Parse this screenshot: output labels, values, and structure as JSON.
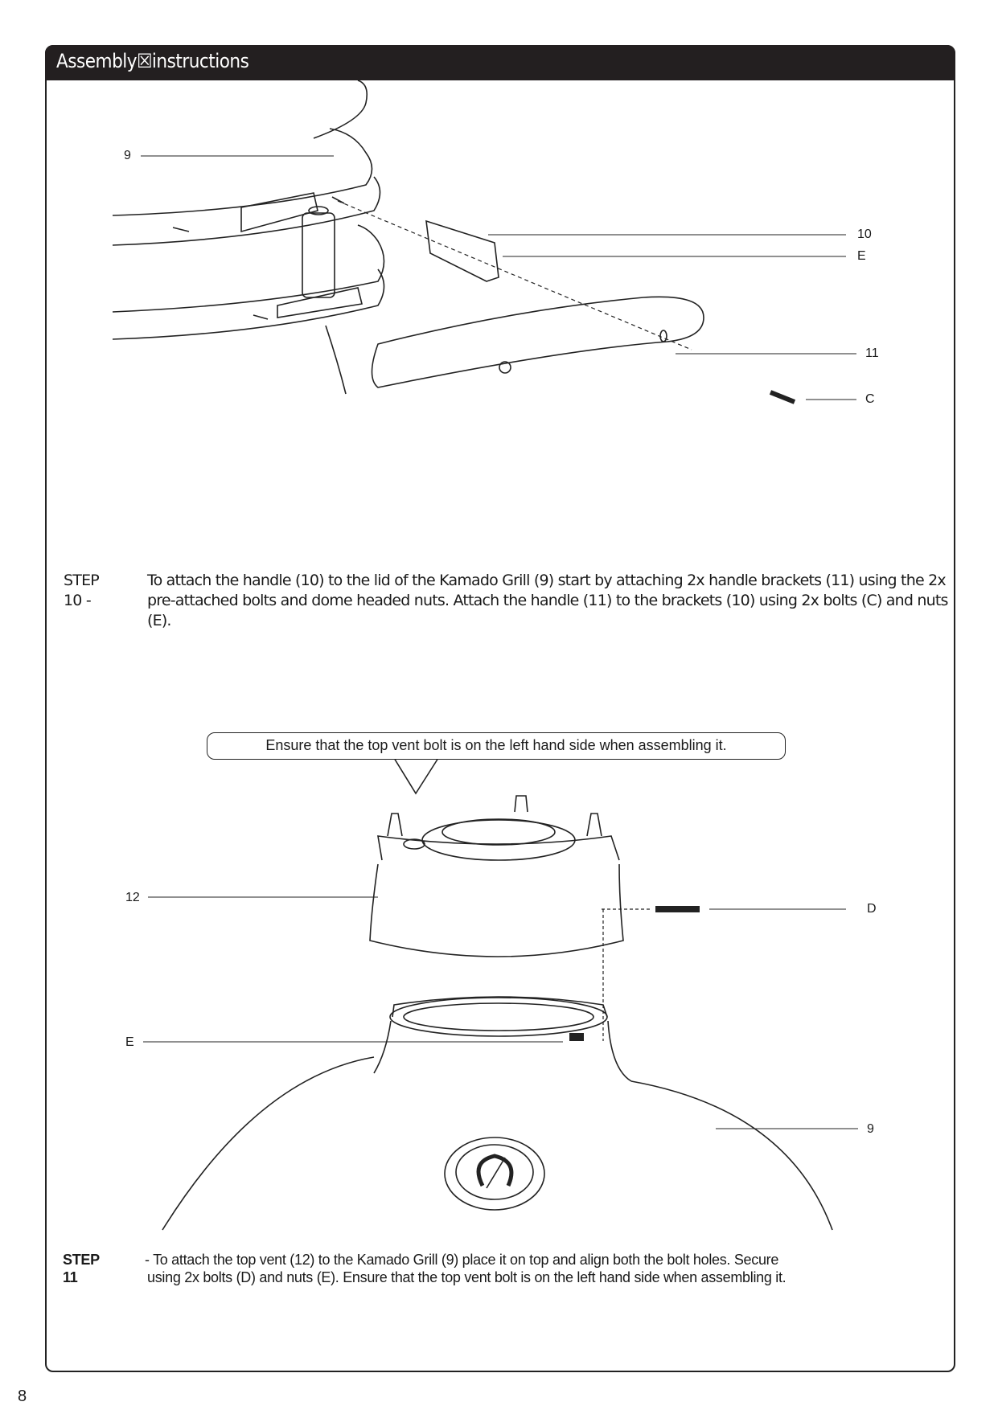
{
  "header": {
    "title": "Assembly☒instructions"
  },
  "figure1": {
    "labels": {
      "part9": "9",
      "part10": "10",
      "partE": "E",
      "part11": "11",
      "partC": "C"
    }
  },
  "step10": {
    "key": "STEP 10 -",
    "text": "To attach the handle (10) to the lid of the Kamado Grill (9) start by attaching 2x handle brackets (11) using the 2x pre-attached bolts and dome headed nuts. Attach the handle (11) to the brackets (10) using 2x bolts (C) and nuts (E)."
  },
  "figure2": {
    "callout": "Ensure that the top vent bolt is on the left hand side when assembling it.",
    "labels": {
      "part12": "12",
      "partD": "D",
      "partE": "E",
      "part9": "9"
    }
  },
  "step11": {
    "key": "STEP 11",
    "line1": "- To attach the top vent (12) to the Kamado Grill (9) place it on top and align both the bolt holes. Secure",
    "line2": "using 2x bolts (D) and nuts (E). Ensure that the top vent bolt is on the left hand side when assembling it."
  },
  "page_number": "8"
}
